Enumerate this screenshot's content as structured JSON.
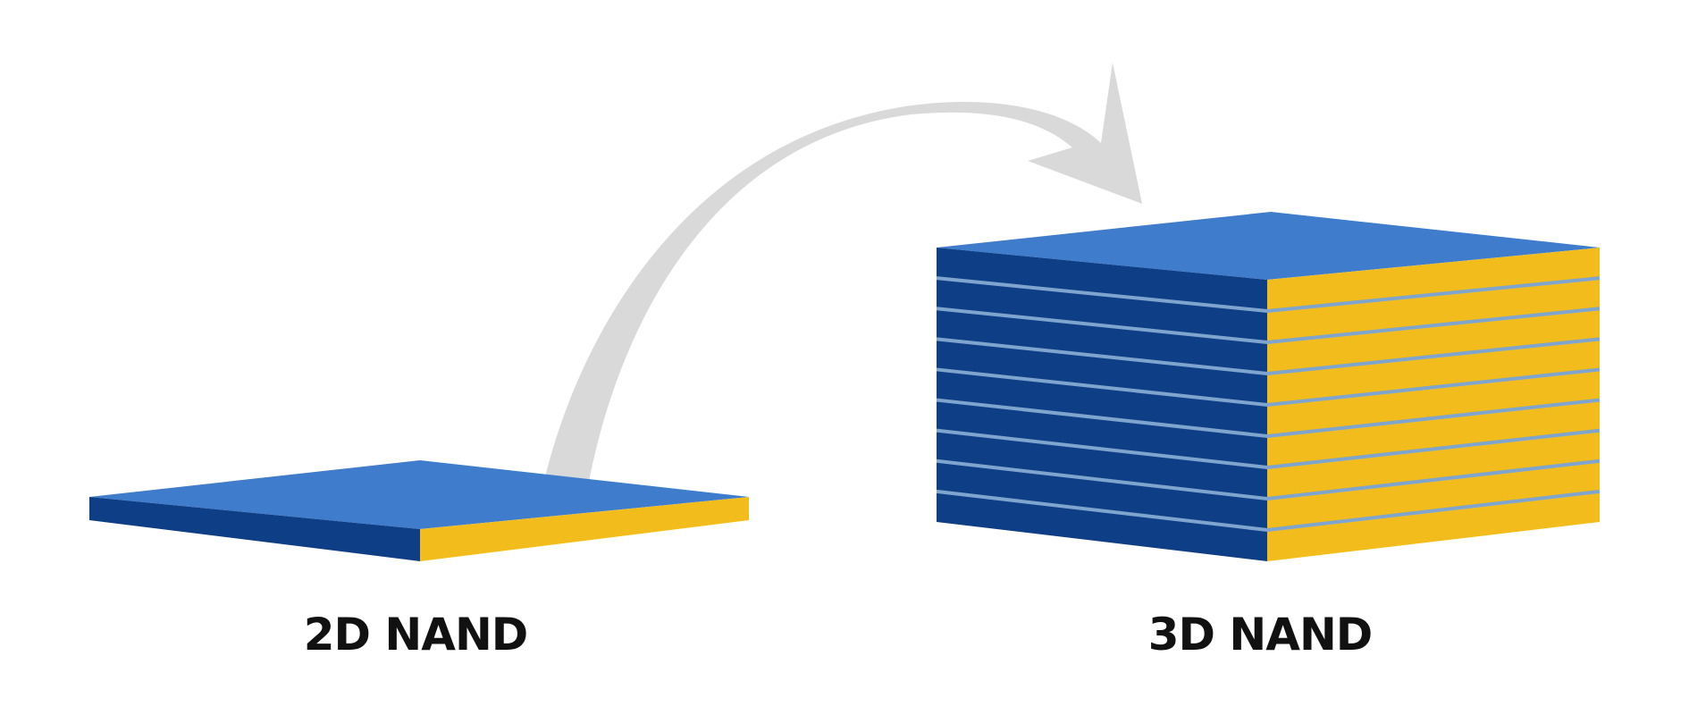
{
  "labels": {
    "left": "2D NAND",
    "right": "3D NAND"
  },
  "colors": {
    "top_face": "#3f7ccb",
    "left_face": "#0d3e86",
    "right_face": "#f2bd1c",
    "arrow": "#d9d9d9",
    "layer_gap": "#7fa5cf",
    "text": "#111111"
  },
  "stack": {
    "layer_count": 9
  }
}
